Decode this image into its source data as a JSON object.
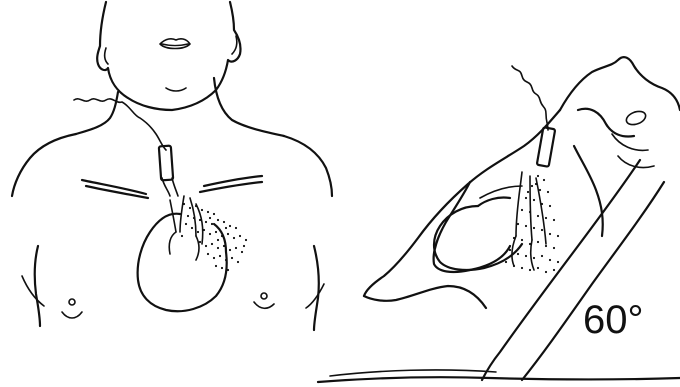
{
  "figure": {
    "angle_label": "60°",
    "ink_color": "#111111",
    "background_color": "#ffffff",
    "panels": [
      "frontal-view",
      "lateral-view"
    ]
  }
}
